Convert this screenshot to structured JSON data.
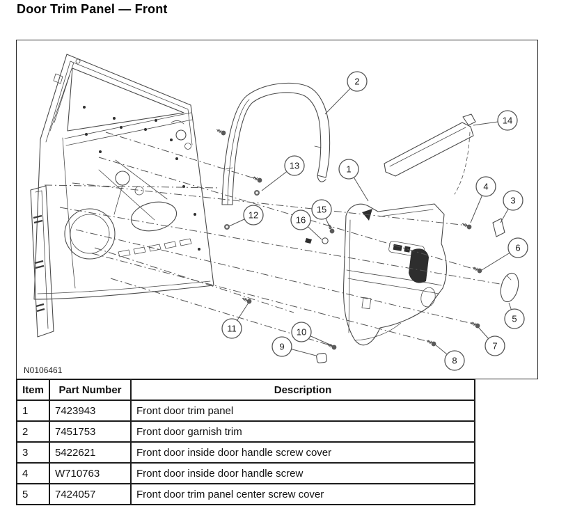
{
  "page": {
    "title": "Door Trim Panel — Front"
  },
  "figure": {
    "label": "N0106461",
    "callouts": [
      {
        "n": "1"
      },
      {
        "n": "2"
      },
      {
        "n": "3"
      },
      {
        "n": "4"
      },
      {
        "n": "5"
      },
      {
        "n": "6"
      },
      {
        "n": "7"
      },
      {
        "n": "8"
      },
      {
        "n": "9"
      },
      {
        "n": "10"
      },
      {
        "n": "11"
      },
      {
        "n": "12"
      },
      {
        "n": "13"
      },
      {
        "n": "14"
      },
      {
        "n": "15"
      },
      {
        "n": "16"
      }
    ]
  },
  "table": {
    "headers": [
      "Item",
      "Part Number",
      "Description"
    ],
    "rows": [
      [
        "1",
        "7423943",
        "Front door trim panel"
      ],
      [
        "2",
        "7451753",
        "Front door garnish trim"
      ],
      [
        "3",
        "5422621",
        "Front door inside door handle screw cover"
      ],
      [
        "4",
        "W710763",
        "Front door inside door handle screw"
      ],
      [
        "5",
        "7424057",
        "Front door trim panel center screw cover"
      ]
    ]
  }
}
